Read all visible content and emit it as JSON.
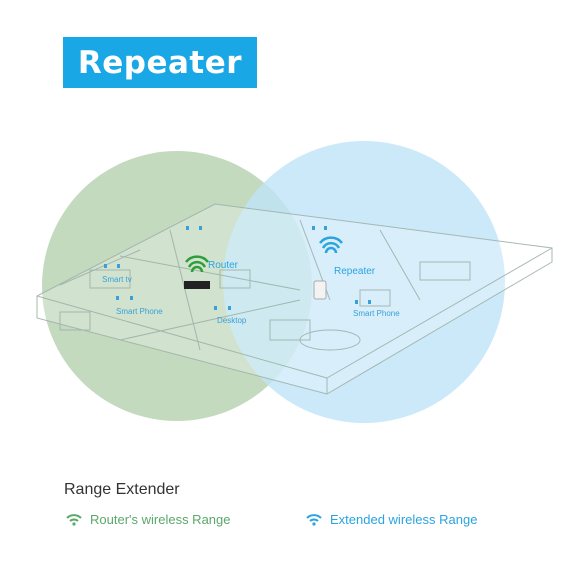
{
  "title": "Repeater",
  "nodes": {
    "router_label": "Router",
    "repeater_label": "Repeater",
    "device_labels": [
      "Smart tv",
      "Smart Phone",
      "Desktop",
      "Smart Phone"
    ]
  },
  "caption": "Range Extender",
  "legend": [
    {
      "label": "Router's wireless Range",
      "color": "#5aa86a",
      "icon": "wifi-icon"
    },
    {
      "label": "Extended wireless Range",
      "color": "#2aa3e0",
      "icon": "wifi-icon"
    }
  ],
  "colors": {
    "banner": "#1aa7e6",
    "router_range": "#b9d3b4",
    "extended_range": "#bfe3f7"
  }
}
